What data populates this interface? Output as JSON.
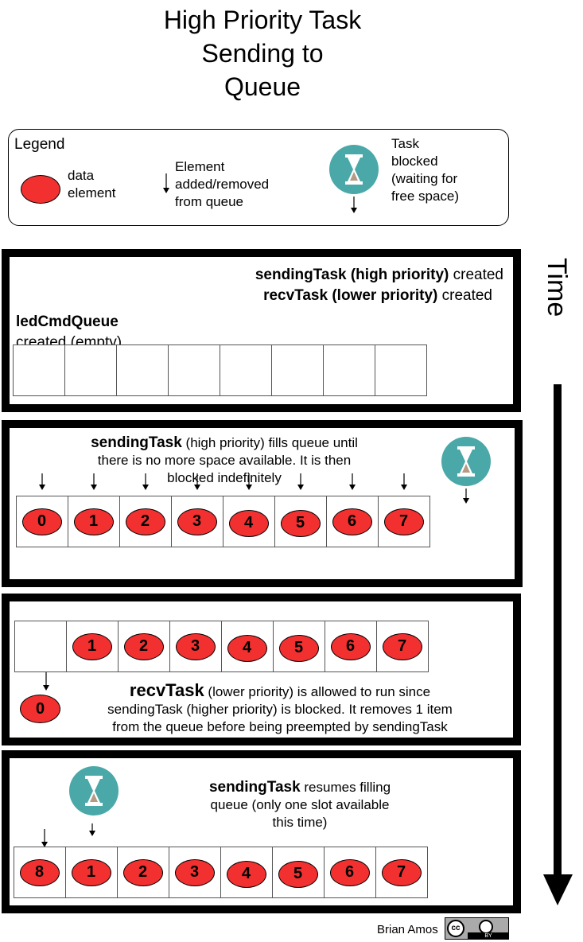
{
  "title": [
    "High Priority Task",
    "Sending to",
    "Queue"
  ],
  "legend": {
    "heading": "Legend",
    "data_element": [
      "data",
      "element"
    ],
    "element_added": [
      "Element",
      "added/removed",
      "from queue"
    ],
    "task_blocked": [
      "Task",
      "blocked",
      "(waiting for",
      "free space)"
    ]
  },
  "colors": {
    "element_fill": "#f23030",
    "hourglass_bg": "#4aa8a8",
    "hourglass_sand": "#b59a84"
  },
  "time_label": "Time",
  "panel1": {
    "line1_bold": "sendingTask (high priority)",
    "line1_rest": " created",
    "line2_bold": "recvTask (lower priority)",
    "line2_rest": " created",
    "queue_name": "ledCmdQueue",
    "queue_state": "created (empty)"
  },
  "panel2": {
    "bold": "sendingTask",
    "text_line1": " (high priority) fills queue until",
    "text_line2": "there is no more space available.  It is then",
    "text_line3": "blocked indefinitely",
    "queue": [
      "0",
      "1",
      "2",
      "3",
      "4",
      "5",
      "6",
      "7"
    ]
  },
  "panel3": {
    "bold": "recvTask",
    "text_line1": " (lower priority) is allowed to run since",
    "text_line2": "sendingTask (higher priority) is blocked.  It removes 1 item",
    "text_line3": "from the queue before being preempted by sendingTask",
    "queue": [
      "",
      "1",
      "2",
      "3",
      "4",
      "5",
      "6",
      "7"
    ],
    "removed": "0"
  },
  "panel4": {
    "bold": "sendingTask",
    "text_line1": " resumes filling",
    "text_line2": "queue (only one slot available",
    "text_line3": "this time)",
    "queue": [
      "8",
      "1",
      "2",
      "3",
      "4",
      "5",
      "6",
      "7"
    ]
  },
  "credit": {
    "author": "Brian Amos",
    "license": "cc",
    "license_sub": "BY"
  }
}
